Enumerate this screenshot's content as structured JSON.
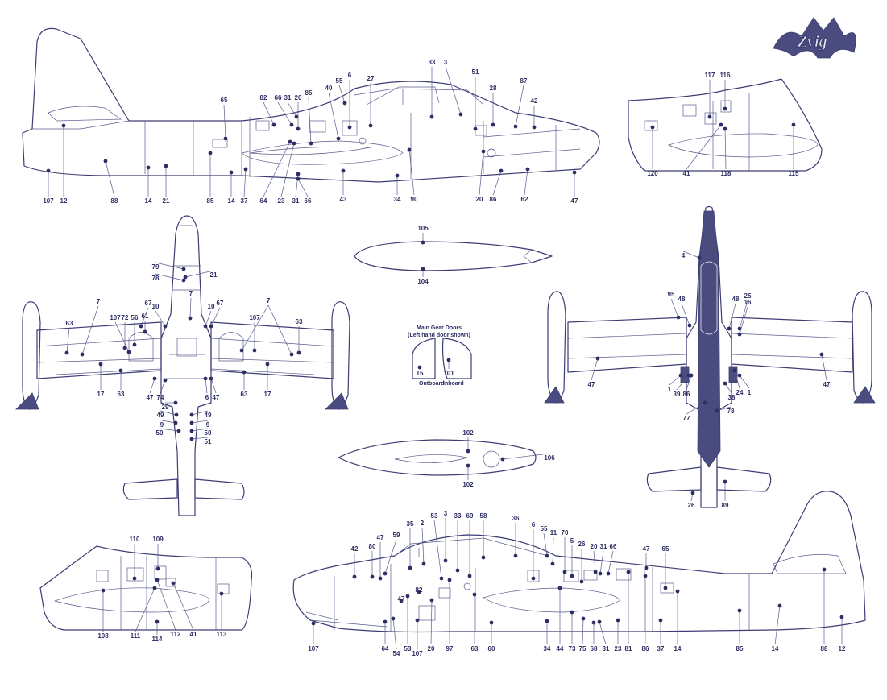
{
  "logo": {
    "text": "Zvig"
  },
  "views": {
    "side_left": {
      "callouts": [
        "33",
        "3",
        "51",
        "55",
        "6",
        "27",
        "28",
        "87",
        "42",
        "40",
        "85",
        "66",
        "31",
        "20",
        "82",
        "65",
        "107",
        "12",
        "88",
        "14",
        "21",
        "85",
        "14",
        "37",
        "64",
        "23",
        "31",
        "66",
        "43",
        "34",
        "90",
        "20",
        "86",
        "62",
        "47"
      ]
    },
    "nose_right_top": {
      "callouts": [
        "117",
        "116",
        "120",
        "41",
        "118",
        "115"
      ]
    },
    "plan_bottom": {
      "callouts": [
        "79",
        "78",
        "21",
        "7",
        "7",
        "10",
        "67",
        "67",
        "10",
        "107",
        "72",
        "56",
        "61",
        "63",
        "7",
        "7",
        "107",
        "63",
        "47",
        "74",
        "6",
        "47",
        "17",
        "63",
        "63",
        "17",
        "29",
        "49",
        "49",
        "9",
        "9",
        "50",
        "50",
        "51"
      ]
    },
    "tank_top": {
      "callouts": [
        "105",
        "104"
      ]
    },
    "gear_doors": {
      "title": "Main Gear Doors",
      "subtitle": "(Left hand door shown)",
      "callouts": [
        "15",
        "101"
      ],
      "captions": [
        "Outboard",
        "Inboard"
      ]
    },
    "tank_bottom": {
      "callouts": [
        "102",
        "102",
        "106"
      ]
    },
    "plan_top": {
      "callouts": [
        "4",
        "95",
        "48",
        "48",
        "25",
        "16",
        "47",
        "47",
        "1",
        "39",
        "86",
        "38",
        "24",
        "1",
        "77",
        "78",
        "26",
        "89"
      ]
    },
    "nose_left_bottom": {
      "callouts": [
        "110",
        "109",
        "108",
        "111",
        "114",
        "112",
        "41",
        "113"
      ]
    },
    "side_right": {
      "callouts": [
        "35",
        "53",
        "33",
        "69",
        "58",
        "36",
        "6",
        "55",
        "11",
        "70",
        "5",
        "26",
        "20",
        "31",
        "66",
        "47",
        "65",
        "42",
        "80",
        "47",
        "59",
        "2",
        "3",
        "47",
        "82",
        "64",
        "54",
        "53",
        "107",
        "20",
        "97",
        "63",
        "60",
        "34",
        "44",
        "73",
        "75",
        "68",
        "31",
        "23",
        "81",
        "86",
        "37",
        "14",
        "85",
        "14",
        "88",
        "12",
        "107"
      ]
    }
  }
}
